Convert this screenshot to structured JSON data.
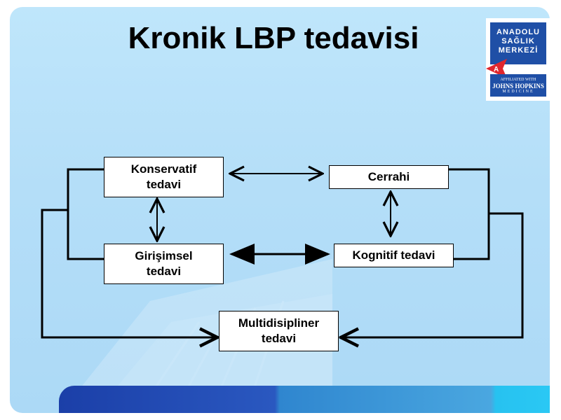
{
  "slide": {
    "title": "Kronik LBP tedavisi"
  },
  "logo": {
    "line1": "ANADOLU",
    "line2": "SAĞLIK",
    "line3": "MERKEZİ",
    "affiliate_line1": "AFFILIATED WITH",
    "affiliate_line2": "JOHNS HOPKINS",
    "affiliate_line3": "MEDICINE"
  },
  "diagram": {
    "nodes": {
      "konservatif": {
        "line1": "Konservatif",
        "line2": "tedavi"
      },
      "cerrahi": {
        "line1": "Cerrahi"
      },
      "girisimsel": {
        "line1": "Girişimsel",
        "line2": "tedavi"
      },
      "kognitif": {
        "line1": "Kognitif tedavi"
      },
      "multidisipliner": {
        "line1": "Multidisipliner",
        "line2": "tedavi"
      }
    },
    "edges": [
      {
        "from": "konservatif",
        "to": "cerrahi",
        "type": "bidirectional"
      },
      {
        "from": "konservatif",
        "to": "girisimsel",
        "type": "bidirectional"
      },
      {
        "from": "cerrahi",
        "to": "kognitif",
        "type": "bidirectional"
      },
      {
        "from": "girisimsel",
        "to": "kognitif",
        "type": "bidirectional"
      },
      {
        "from": "konservatif+girisimsel",
        "to": "multidisipliner",
        "type": "arrow"
      },
      {
        "from": "cerrahi+kognitif",
        "to": "multidisipliner",
        "type": "arrow"
      }
    ]
  },
  "colors": {
    "background": "#b4def8",
    "footer_dark": "#1b3fa8",
    "footer_light": "#2ac8f4",
    "logo_blue": "#1f4fa6",
    "logo_red": "#e0262d"
  }
}
